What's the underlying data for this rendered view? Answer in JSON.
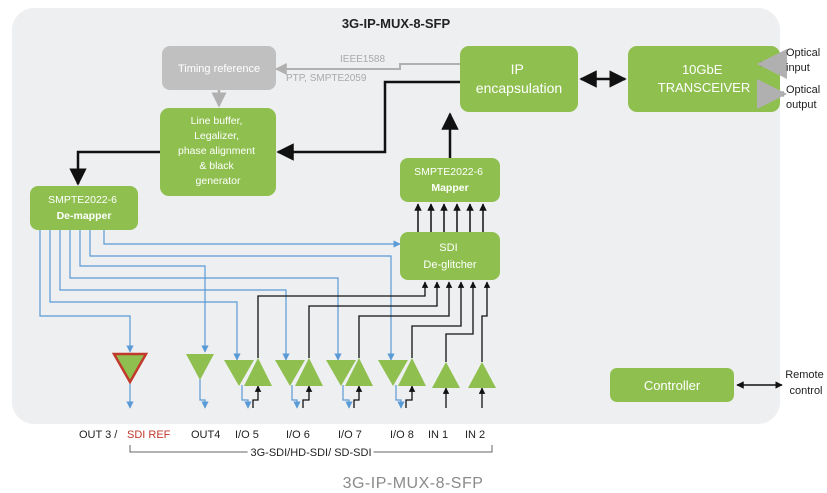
{
  "title": "3G-IP-MUX-8-SFP",
  "caption": "3G-IP-MUX-8-SFP",
  "colors": {
    "panel": "#eeeff1",
    "block": "#8fc04f",
    "block_grey": "#c0c0c0",
    "signal_blue": "#5b9bd5",
    "signal_black": "#111111",
    "ptp_grey": "#b0b0b0",
    "sdi_ref_red": "#c0392b",
    "optical_arrow": "#7f7f7f"
  },
  "blocks": {
    "timing_reference": "Timing reference",
    "line_buffer": [
      "Line buffer,",
      "Legalizer,",
      "phase alignment",
      "& black",
      "generator"
    ],
    "ip_encapsulation": [
      "IP",
      "encapsulation"
    ],
    "transceiver": [
      "10GbE",
      "TRANSCEIVER"
    ],
    "demapper": [
      "SMPTE2022-6",
      "De-mapper"
    ],
    "mapper": [
      "SMPTE2022-6",
      "Mapper"
    ],
    "deglitcher": [
      "SDI",
      "De-glitcher"
    ],
    "controller": "Controller"
  },
  "ptp_labels": [
    "IEEE1588",
    "PTP, SMPTE2059"
  ],
  "optical": {
    "input": [
      "Optical",
      "input"
    ],
    "output": [
      "Optical",
      "output"
    ]
  },
  "remote_control": [
    "Remote",
    "control"
  ],
  "ports": {
    "out3": "OUT 3 /",
    "sdi_ref": "SDI REF",
    "out4": "OUT4",
    "io5": "I/O 5",
    "io6": "I/O 6",
    "io7": "I/O 7",
    "io8": "I/O 8",
    "in1": "IN 1",
    "in2": "IN 2"
  },
  "port_range_label": "3G-SDI/HD-SDI/ SD-SDI"
}
